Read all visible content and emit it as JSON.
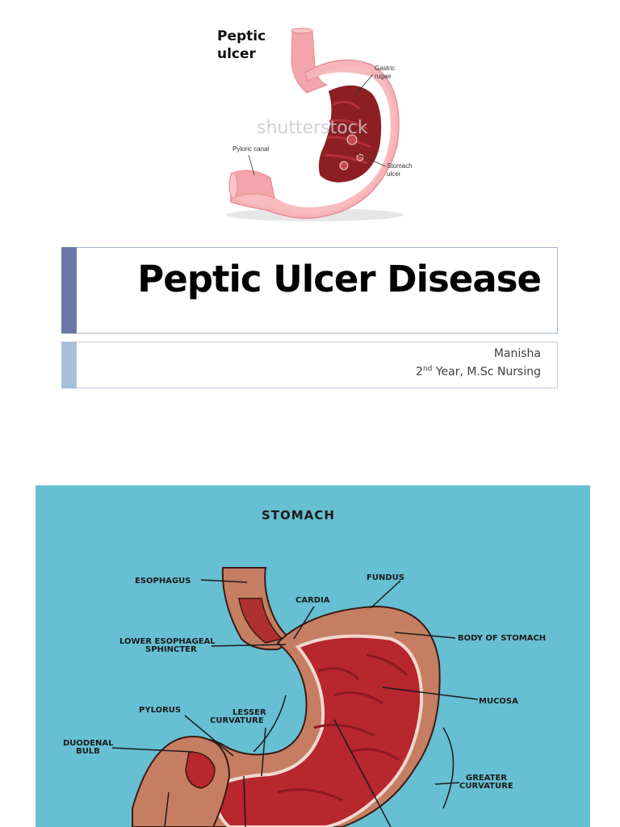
{
  "figure1": {
    "heading_line1": "Peptic",
    "heading_line2": "ulcer",
    "labels": {
      "gastric_rugae_1": "Gastric",
      "gastric_rugae_2": "rugae",
      "pyloric_canal": "Pyloric canal",
      "stomach_ulcer_1": "Stomach",
      "stomach_ulcer_2": "ulcer"
    },
    "watermark": "shutterstock"
  },
  "title": "Peptic Ulcer Disease",
  "subtitle": {
    "author": "Manisha",
    "year_prefix": "2",
    "year_sup": "nd",
    "year_rest": " Year, M.Sc Nursing"
  },
  "figure2": {
    "heading": "STOMACH",
    "labels": {
      "esophagus": "ESOPHAGUS",
      "cardia": "CARDIA",
      "fundus": "FUNDUS",
      "body": "BODY OF STOMACH",
      "les_1": "LOWER ESOPHAGEAL",
      "les_2": "SPHINCTER",
      "mucosa": "MUCOSA",
      "pylorus": "PYLORUS",
      "lesser_1": "LESSER",
      "lesser_2": "CURVATURE",
      "duodenal_1": "DUODENAL",
      "duodenal_2": "BULB",
      "greater_1": "GREATER",
      "greater_2": "CURVATURE"
    }
  },
  "colors": {
    "title_accent": "#6b77a9",
    "subtitle_accent": "#a7c0d9",
    "diagram_bg": "#66bfd3"
  }
}
